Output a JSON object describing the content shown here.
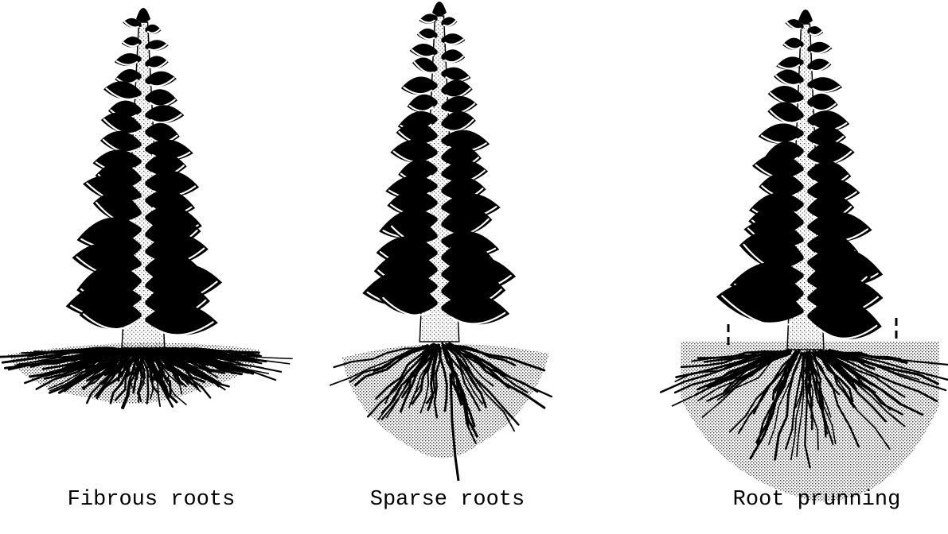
{
  "captions": [
    "Fibrous roots",
    "Sparse roots",
    "Root prunning"
  ],
  "colors": {
    "ink": "#000000",
    "paper": "#ffffff",
    "soil": "#9a9a9a"
  },
  "panels": [
    {
      "name": "fibrous-roots-plant",
      "root_type": "fibrous"
    },
    {
      "name": "sparse-roots-plant",
      "root_type": "sparse"
    },
    {
      "name": "root-prunning-plant",
      "root_type": "pruned"
    }
  ]
}
